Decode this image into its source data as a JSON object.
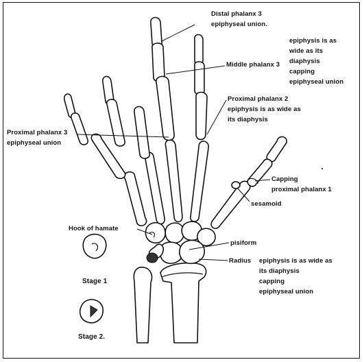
{
  "labels": {
    "distal_phalanx_3": [
      "Distal phalanx 3",
      "epiphyseal union."
    ],
    "epiphysis_note_top": [
      "epiphysis is as",
      "wide as its",
      "diaphysis",
      "capping",
      "epiphyseal union"
    ],
    "middle_phalanx_3": "Middle phalanx 3",
    "proximal_phalanx_2": [
      "Proximal phalanx 2",
      "epiphysis is as wide as",
      "its diaphysis"
    ],
    "proximal_phalanx_3": [
      "Proximal phalanx 3",
      "epiphyseal union"
    ],
    "capping": [
      "Capping",
      "proximal phalanx 1"
    ],
    "hook_of_hamate": "Hook of hamate",
    "sesamoid": "sesamoid",
    "pisiform": "pisiform",
    "radius": "Radius",
    "radius_note": [
      "epiphysis is as wide as",
      "its diaphysis",
      "capping",
      "epiphyseal union"
    ],
    "stage_1": "Stage 1",
    "stage_2": "Stage 2."
  }
}
